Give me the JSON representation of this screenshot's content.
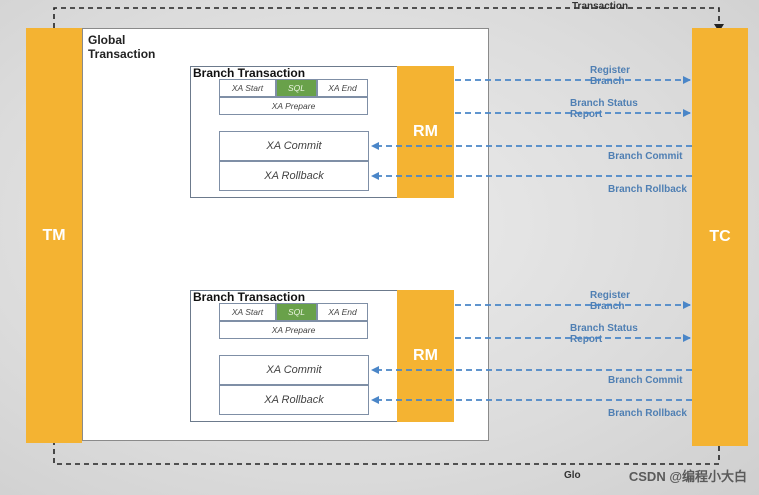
{
  "tm_label": "TM",
  "tc_label": "TC",
  "global_title": "Global\nTransaction",
  "outer_top_label": "Transaction",
  "outer_bottom_label": "Glo",
  "watermark": "CSDN @编程小大白",
  "branches": [
    {
      "title": "Branch Transaction",
      "rm_label": "RM",
      "xa_start": "XA Start",
      "sql": "SQL",
      "xa_end": "XA End",
      "xa_prepare": "XA Prepare",
      "xa_commit": "XA Commit",
      "xa_rollback": "XA Rollback",
      "register": "Register\nBranch",
      "status": "Branch Status\nReport",
      "commit": "Branch Commit",
      "rollback": "Branch Rollback"
    },
    {
      "title": "Branch Transaction",
      "rm_label": "RM",
      "xa_start": "XA Start",
      "sql": "SQL",
      "xa_end": "XA End",
      "xa_prepare": "XA Prepare",
      "xa_commit": "XA Commit",
      "xa_rollback": "XA Rollback",
      "register": "Register\nBranch",
      "status": "Branch Status\nReport",
      "commit": "Branch Commit",
      "rollback": "Branch Rollback"
    }
  ],
  "colors": {
    "orange": "#f4b332",
    "arrow_blue": "#4a86c8",
    "sql_green": "#69a14a"
  }
}
